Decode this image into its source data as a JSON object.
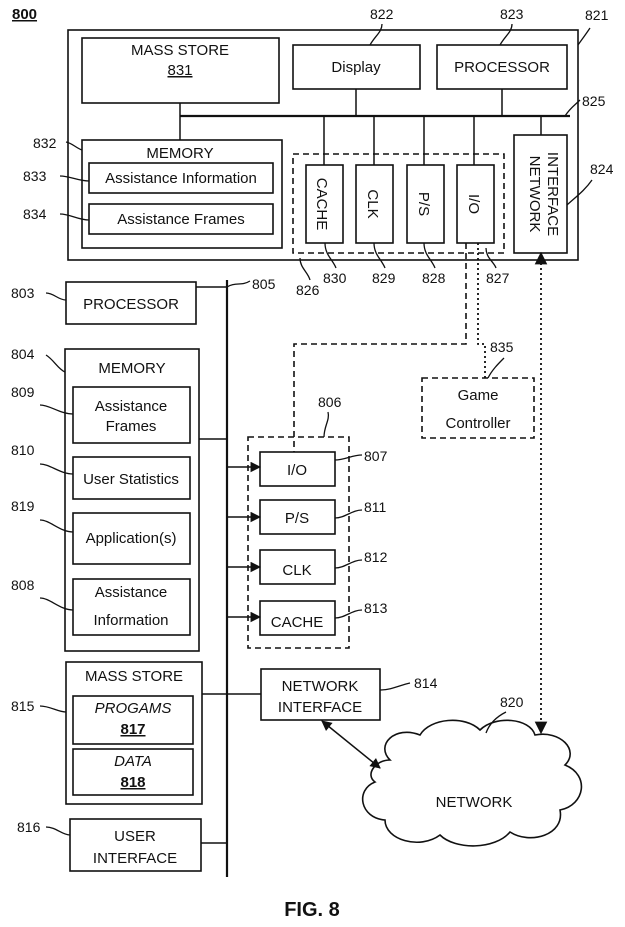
{
  "figure": {
    "number": "800",
    "caption": "FIG. 8"
  },
  "top_system": {
    "ref": "821",
    "bus_ref": "825",
    "mass_store": {
      "label": "MASS STORE",
      "ref": "831"
    },
    "display": {
      "label": "Display",
      "ref": "822"
    },
    "processor": {
      "label": "PROCESSOR",
      "ref": "823"
    },
    "network_interface": {
      "label_line1": "NETWORK",
      "label_line2": "INTERFACE",
      "ref": "824"
    },
    "memory": {
      "label": "MEMORY",
      "ref": "832",
      "items": [
        {
          "label": "Assistance Information",
          "ref": "833"
        },
        {
          "label": "Assistance Frames",
          "ref": "834"
        }
      ]
    },
    "support_ref": "826",
    "support": [
      {
        "label": "CACHE",
        "ref": "830"
      },
      {
        "label": "CLK",
        "ref": "829"
      },
      {
        "label": "P/S",
        "ref": "828"
      },
      {
        "label": "I/O",
        "ref": "827"
      }
    ]
  },
  "game_controller": {
    "line1": "Game",
    "line2": "Controller",
    "ref": "835"
  },
  "bus_ref": "805",
  "processor": {
    "label": "PROCESSOR",
    "ref": "803"
  },
  "memory": {
    "label": "MEMORY",
    "ref": "804",
    "items": [
      {
        "line1": "Assistance",
        "line2": "Frames",
        "ref": "809"
      },
      {
        "line1": "User Statistics",
        "line2": "",
        "ref": "810"
      },
      {
        "line1": "Application(s)",
        "line2": "",
        "ref": "819"
      },
      {
        "line1": "Assistance",
        "line2": "Information",
        "ref": "808"
      }
    ]
  },
  "support_ref": "806",
  "support": [
    {
      "label": "I/O",
      "ref": "807"
    },
    {
      "label": "P/S",
      "ref": "811"
    },
    {
      "label": "CLK",
      "ref": "812"
    },
    {
      "label": "CACHE",
      "ref": "813"
    }
  ],
  "mass_store": {
    "label": "MASS STORE",
    "ref": "815",
    "programs": {
      "label": "PROGAMS",
      "ref": "817"
    },
    "data": {
      "label": "DATA",
      "ref": "818"
    }
  },
  "network_interface": {
    "line1": "NETWORK",
    "line2": "INTERFACE",
    "ref": "814"
  },
  "network": {
    "label": "NETWORK",
    "ref": "820"
  },
  "user_interface": {
    "line1": "USER",
    "line2": "INTERFACE",
    "ref": "816"
  }
}
